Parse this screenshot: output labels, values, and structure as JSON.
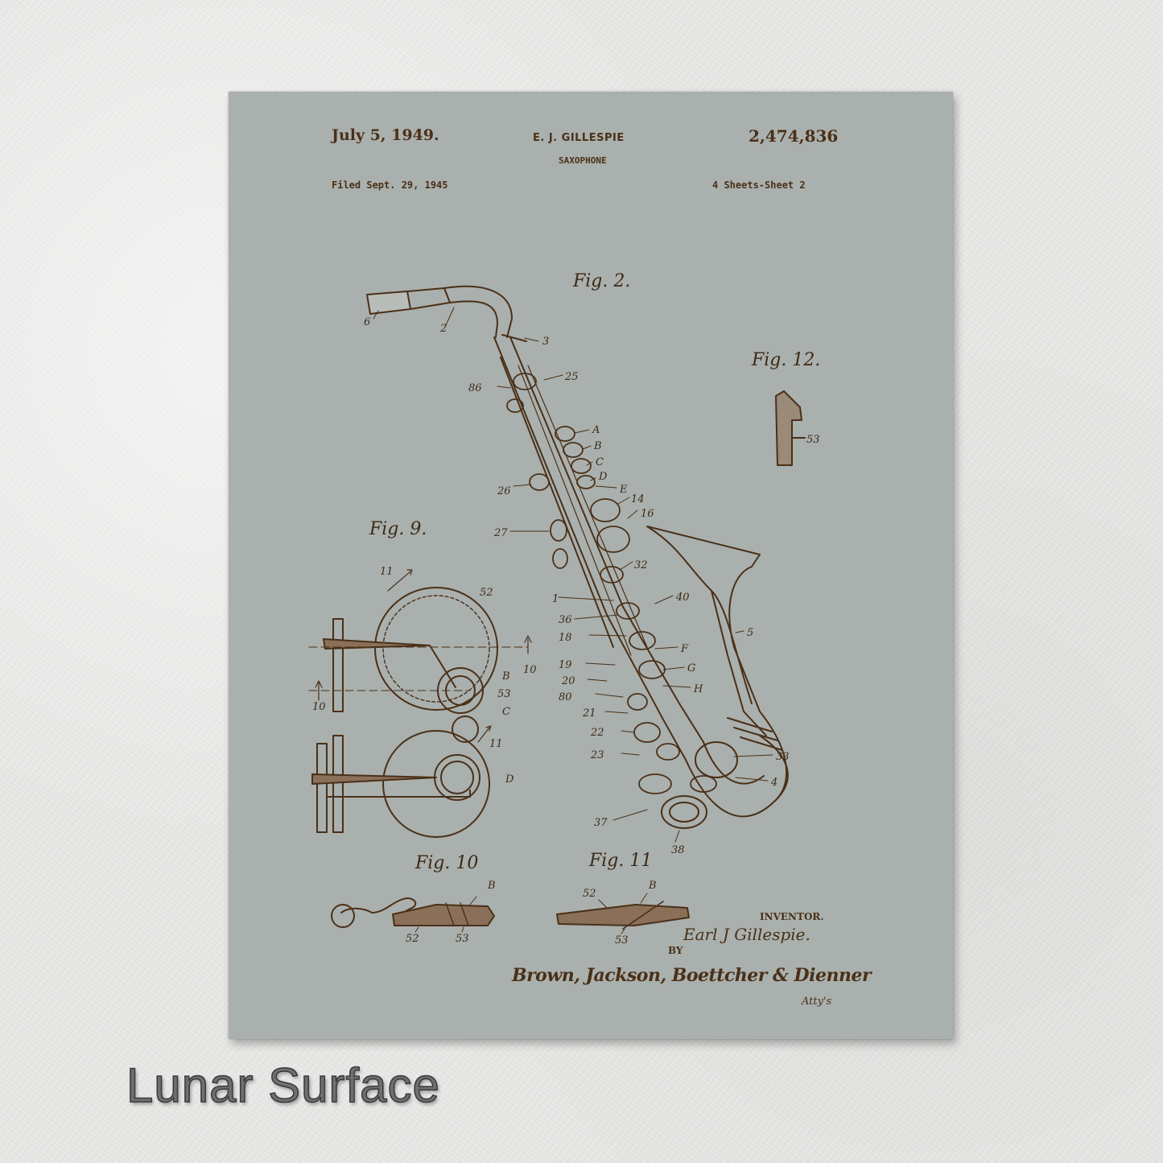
{
  "header": {
    "date": "July 5, 1949.",
    "inventor": "E. J. GILLESPIE",
    "title": "SAXOPHONE",
    "patent_number": "2,474,836",
    "filed": "Filed Sept. 29, 1945",
    "sheets": "4 Sheets-Sheet 2"
  },
  "figures": {
    "fig2": "Fig. 2.",
    "fig9": "Fig. 9.",
    "fig10": "Fig. 10",
    "fig11": "Fig. 11",
    "fig12": "Fig. 12."
  },
  "reference_labels": {
    "fig2": [
      "6",
      "2",
      "3",
      "25",
      "86",
      "A",
      "B",
      "C",
      "D",
      "E",
      "26",
      "14",
      "16",
      "27",
      "32",
      "1",
      "40",
      "36",
      "5",
      "18",
      "F",
      "19",
      "G",
      "20",
      "H",
      "80",
      "21",
      "22",
      "33",
      "23",
      "4",
      "37",
      "38"
    ],
    "fig9": [
      "11",
      "52",
      "10",
      "B",
      "53",
      "10",
      "C",
      "11",
      "D"
    ],
    "fig10": [
      "B",
      "52",
      "53"
    ],
    "fig11": [
      "52",
      "B",
      "53"
    ],
    "fig12": [
      "53"
    ]
  },
  "footer": {
    "inventor_label": "INVENTOR.",
    "inventor_signature": "Earl J Gillespie.",
    "by": "BY",
    "attorneys_signature": "Brown, Jackson, Boettcher & Dienner",
    "initials": "Atty's"
  },
  "caption": "Lunar Surface",
  "colors": {
    "print_background": "#aab0ad",
    "ink": "#4a3018",
    "wall": "#e9e9e7"
  }
}
